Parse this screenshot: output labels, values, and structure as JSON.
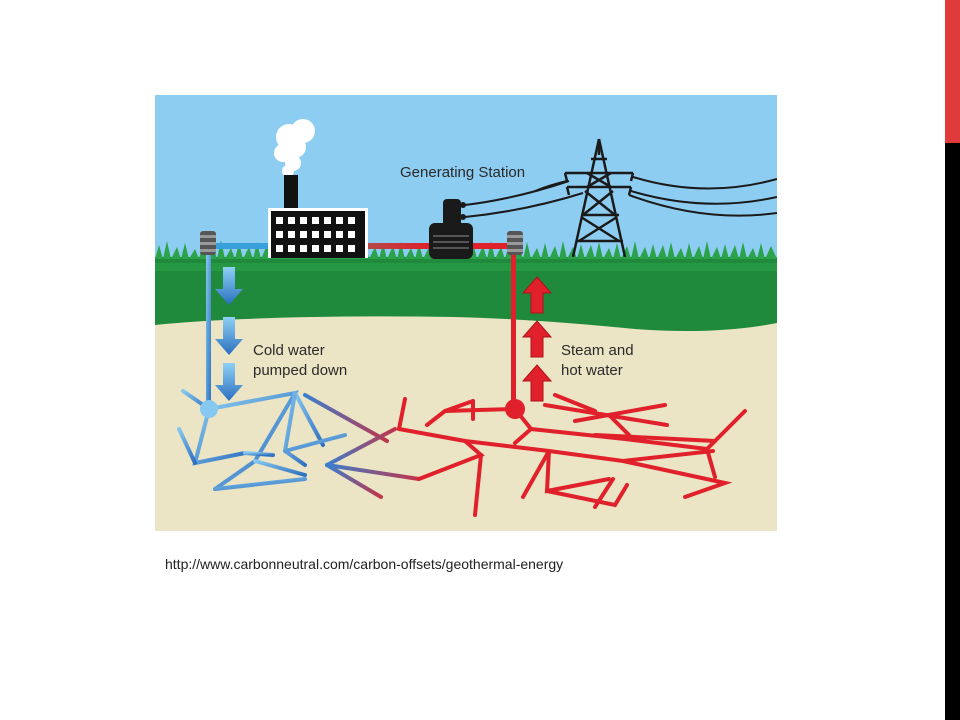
{
  "diagram": {
    "labels": {
      "station": "Generating Station",
      "cold_line1": "Cold water",
      "cold_line2": "pumped down",
      "hot_line1": "Steam and",
      "hot_line2": "hot water"
    },
    "colors": {
      "sky": "#8ecdf2",
      "grass": "#1f8a3c",
      "grass_light": "#2ca24a",
      "soil": "#ebe4c5",
      "cold": "#3f8ad0",
      "cold_light": "#7cc3ee",
      "hot": "#e0202a",
      "building": "#111111"
    },
    "icons": {
      "factory": "factory-icon",
      "generator": "generator-icon",
      "pylon": "power-pylon-icon",
      "smoke": "smoke-cloud-icon",
      "well_cold": "wellhead-icon",
      "well_hot": "wellhead-icon",
      "arrow_down": "arrow-down-icon",
      "arrow_up": "arrow-up-icon"
    }
  },
  "source_url": "http://www.carbonneutral.com/carbon-offsets/geothermal-energy",
  "slide_colors": {
    "accent_red": "#e03a3a",
    "accent_black": "#000000"
  }
}
